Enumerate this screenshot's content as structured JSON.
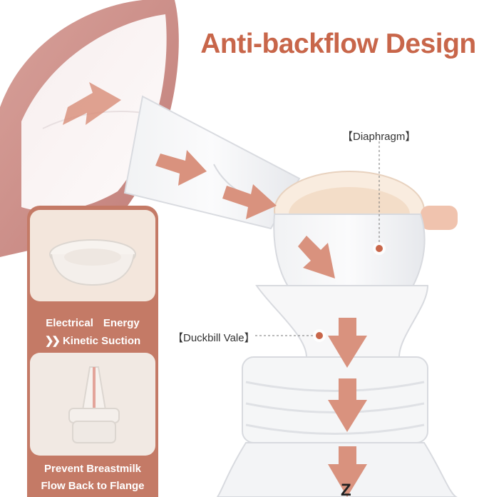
{
  "headline": "Anti-backflow Design",
  "callouts": {
    "diaphragm": "【Diaphragm】",
    "duckbill": "【Duckbill Vale】"
  },
  "panel": {
    "top_caption_left": "Electrical",
    "top_caption_right": "Energy",
    "top_caption_line2": "Kinetic Suction",
    "chevron_icon": "double-chevron-right-icon",
    "bottom_caption_line1": "Prevent Breastmilk",
    "bottom_caption_line2": "Flow Back to Flange"
  },
  "colors": {
    "accent": "#c8664a",
    "panel": "#c47a66",
    "flange_rim": "#c98c86",
    "arrow": "#d9927e"
  }
}
